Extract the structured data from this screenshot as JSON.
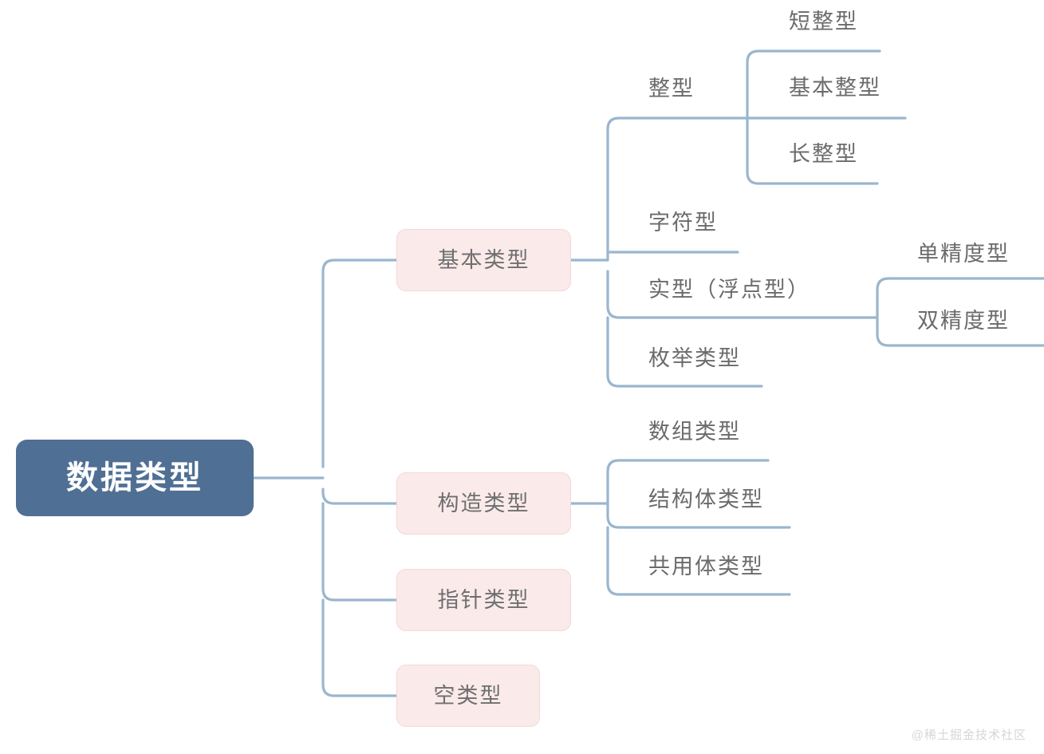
{
  "diagram": {
    "title": "数据类型",
    "watermark": "@稀土掘金技术社区",
    "colors": {
      "root_fill": "#4f6f94",
      "root_text": "#ffffff",
      "branch_fill": "#fbeaea",
      "branch_border": "#f3d8d8",
      "branch_text": "#6f6f6f",
      "leaf_text": "#6b6b6b",
      "connector": "#9ab6ce",
      "background": "#ffffff",
      "watermark_text": "#d6d6d6"
    },
    "root": {
      "label": "数据类型"
    },
    "branches": [
      {
        "label": "基本类型",
        "children": [
          {
            "label": "整型",
            "children": [
              {
                "label": "短整型"
              },
              {
                "label": "基本整型"
              },
              {
                "label": "长整型"
              }
            ]
          },
          {
            "label": "字符型",
            "children": []
          },
          {
            "label": "实型（浮点型）",
            "children": [
              {
                "label": "单精度型"
              },
              {
                "label": "双精度型"
              }
            ]
          },
          {
            "label": "枚举类型",
            "children": []
          }
        ]
      },
      {
        "label": "构造类型",
        "children": [
          {
            "label": "数组类型",
            "children": []
          },
          {
            "label": "结构体类型",
            "children": []
          },
          {
            "label": "共用体类型",
            "children": []
          }
        ]
      },
      {
        "label": "指针类型",
        "children": []
      },
      {
        "label": "空类型",
        "children": []
      }
    ]
  }
}
